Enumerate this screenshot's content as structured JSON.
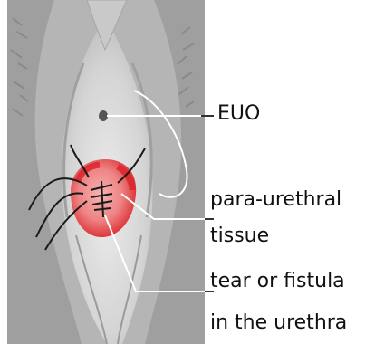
{
  "labels": {
    "euo": "EUO",
    "para_urethral_line1": "para-urethral",
    "para_urethral_line2": "tissue",
    "tear_line1": "tear or fistula",
    "tear_line2": "in the urethra"
  },
  "colors": {
    "background": "#ffffff",
    "tissue_gray": "#b9b9b9",
    "tissue_dark": "#8e8e8e",
    "tissue_light": "#e2e2e2",
    "repair_red": "#d9262b",
    "repair_pink": "#f0a0a0",
    "suture": "#1a1a1a",
    "leader_line": "#ffffff"
  }
}
